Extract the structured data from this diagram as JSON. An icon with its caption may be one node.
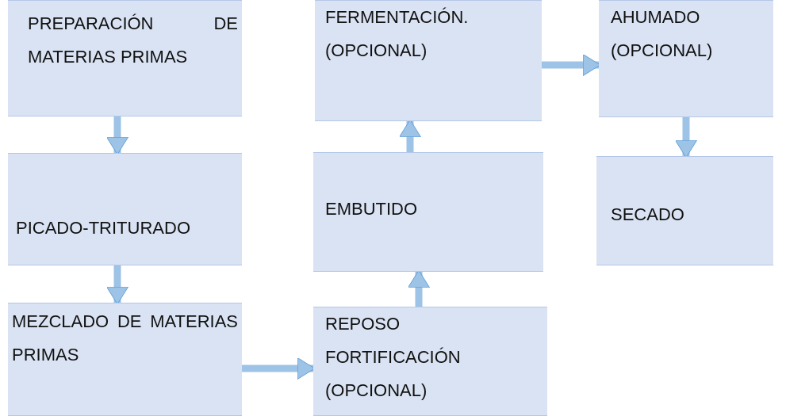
{
  "diagram": {
    "nodes": [
      {
        "text": [
          "PREPARACIÓN DE MATERIAS PRIMAS"
        ]
      },
      {
        "text": [
          "PICADO-TRITURADO"
        ]
      },
      {
        "text": [
          "MEZCLADO DE MATERIAS PRIMAS"
        ]
      },
      {
        "text": [
          "REPOSO FORTIFICACIÓN (OPCIONAL)"
        ]
      },
      {
        "text": [
          "EMBUTIDO"
        ]
      },
      {
        "text": [
          "FERMENTACIÓN. (OPCIONAL)"
        ]
      },
      {
        "text": [
          "AHUMADO (OPCIONAL)"
        ]
      },
      {
        "text": [
          "SECADO"
        ]
      }
    ],
    "edges": [
      {
        "from": 0,
        "to": 1,
        "arrow": "to"
      },
      {
        "from": 1,
        "to": 2,
        "arrow": "to"
      },
      {
        "from": 2,
        "to": 3,
        "arrow": "to"
      },
      {
        "from": 3,
        "to": 4,
        "arrow": "to"
      },
      {
        "from": 4,
        "to": 5,
        "arrow": "to"
      },
      {
        "from": 5,
        "to": 6,
        "arrow": "to"
      },
      {
        "from": 6,
        "to": 7,
        "arrow": "to"
      }
    ]
  }
}
